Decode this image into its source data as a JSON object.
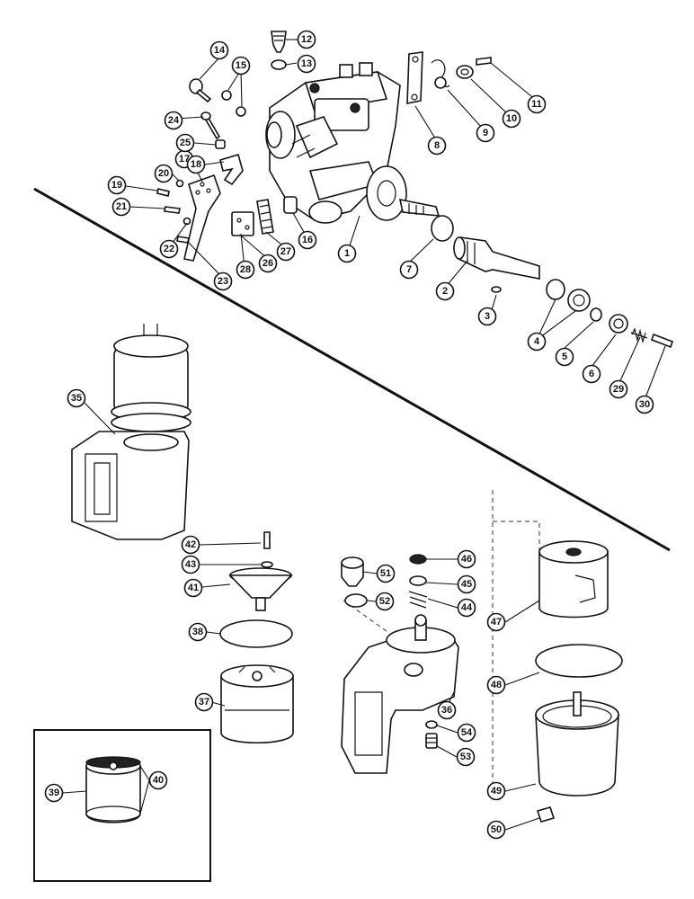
{
  "diagram": {
    "callouts": [
      "1",
      "2",
      "3",
      "4",
      "5",
      "6",
      "7",
      "8",
      "9",
      "10",
      "11",
      "12",
      "13",
      "14",
      "15",
      "16",
      "17",
      "18",
      "19",
      "20",
      "21",
      "22",
      "23",
      "24",
      "25",
      "26",
      "27",
      "28",
      "29",
      "30",
      "35",
      "36",
      "37",
      "38",
      "39",
      "40",
      "41",
      "42",
      "43",
      "44",
      "45",
      "46",
      "47",
      "48",
      "49",
      "50",
      "51",
      "52",
      "53",
      "54"
    ],
    "icons": {
      "injection_pump": "fuel-injection-pump-icon",
      "filter_assembly": "fuel-filter-assembly-icon"
    }
  }
}
